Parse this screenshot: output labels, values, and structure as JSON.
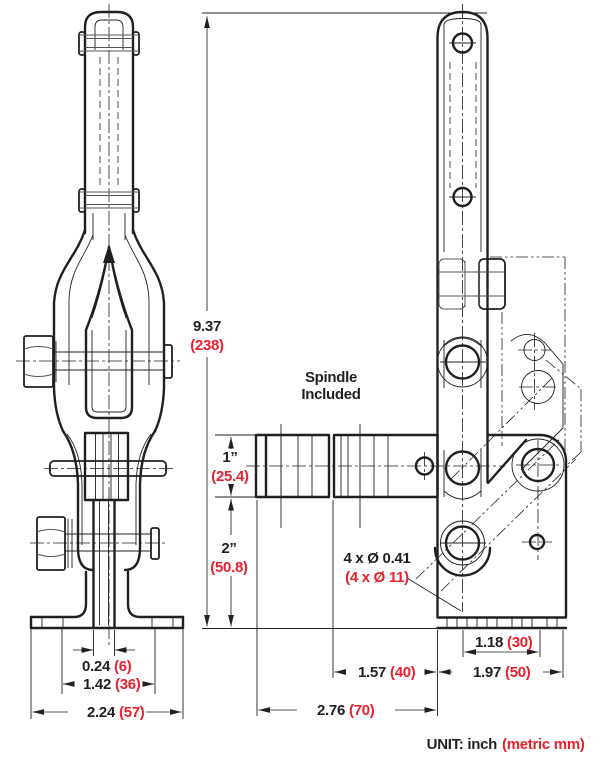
{
  "annotations": {
    "spindle_note_line1": "Spindle",
    "spindle_note_line2": "Included",
    "holes_callout_inch": "4 x Ø 0.41",
    "holes_callout_metric": "(4 x Ø 11)",
    "unit_label": "UNIT: inch",
    "unit_metric": "(metric mm)"
  },
  "dimensions": {
    "overall_height": {
      "inch": "9.37",
      "metric": "(238)"
    },
    "spindle_thread_length": {
      "inch": "1”",
      "metric": "(25.4)"
    },
    "base_lower_height": {
      "inch": "2”",
      "metric": "(50.8)"
    },
    "slot_width": {
      "inch": "0.24",
      "metric": "(6)"
    },
    "foot_hole_spacing": {
      "inch": "1.42",
      "metric": "(36)"
    },
    "foot_width": {
      "inch": "2.24",
      "metric": "(57)"
    },
    "base_hole_spacing": {
      "inch": "1.18",
      "metric": "(30)"
    },
    "throat_depth": {
      "inch": "1.57",
      "metric": "(40)"
    },
    "base_width": {
      "inch": "1.97",
      "metric": "(50)"
    },
    "overall_reach": {
      "inch": "2.76",
      "metric": "(70)"
    }
  },
  "colors": {
    "line": "#231f20",
    "metric_red": "#e8212e",
    "background": "#ffffff",
    "detail_gray": "#555555"
  }
}
